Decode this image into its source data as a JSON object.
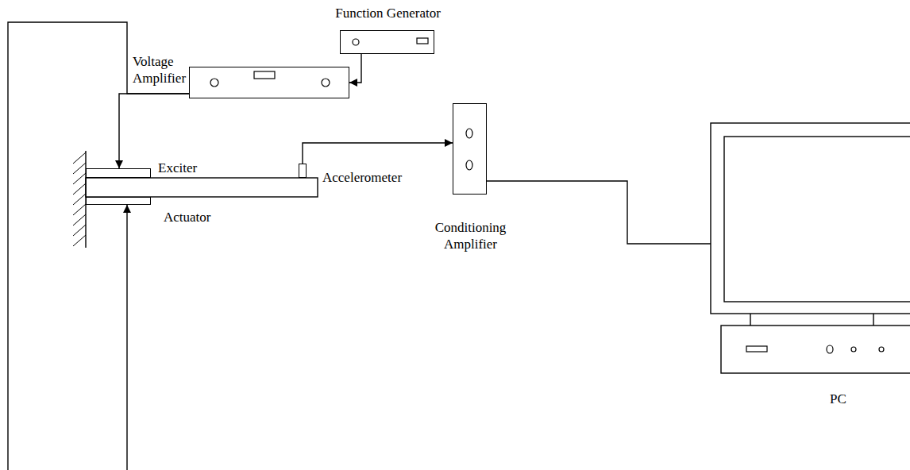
{
  "diagram": {
    "nodes": [
      {
        "text": [
          "Function Generator"
        ]
      },
      {
        "text": [
          "Voltage Amplifier"
        ]
      },
      {
        "text": [
          "Exciter"
        ]
      },
      {
        "text": [
          "Actuator"
        ]
      },
      {
        "text": [
          "Accelerometer"
        ]
      },
      {
        "text": [
          "Conditioning Amplifier"
        ]
      },
      {
        "text": [
          "PC"
        ]
      }
    ],
    "edges": [
      {
        "from": 0,
        "to": 1,
        "arrow": "to"
      },
      {
        "from": 1,
        "to": 2,
        "arrow": "to"
      },
      {
        "from": 1,
        "to": 3,
        "arrow": "to"
      },
      {
        "from": 4,
        "to": 5,
        "arrow": "to"
      },
      {
        "from": 5,
        "to": 6,
        "arrow": "none"
      }
    ]
  }
}
